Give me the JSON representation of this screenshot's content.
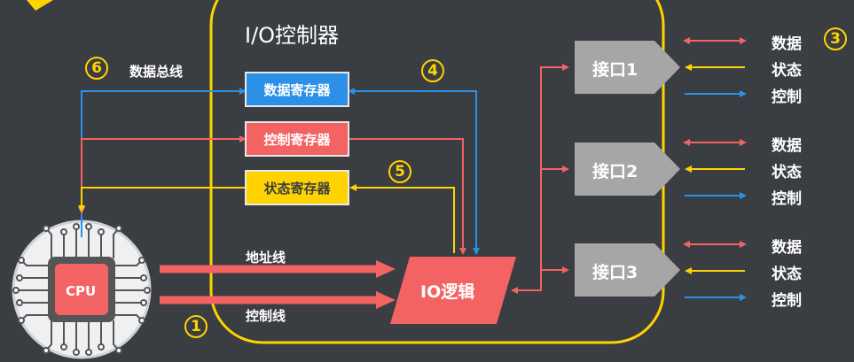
{
  "controller": {
    "title": "I/O控制器"
  },
  "registers": {
    "data": "数据寄存器",
    "control": "控制寄存器",
    "status": "状态寄存器"
  },
  "io_logic": "IO逻辑",
  "cpu": "CPU",
  "buses": {
    "data_bus": "数据总线",
    "address_line": "地址线",
    "control_line": "控制线"
  },
  "interfaces": [
    {
      "label": "接口1",
      "signals": [
        "数据",
        "状态",
        "控制"
      ]
    },
    {
      "label": "接口2",
      "signals": [
        "数据",
        "状态",
        "控制"
      ]
    },
    {
      "label": "接口3",
      "signals": [
        "数据",
        "状态",
        "控制"
      ]
    }
  ],
  "markers": {
    "m1": "1",
    "m3": "3",
    "m4": "4",
    "m5": "5",
    "m6": "6"
  },
  "colors": {
    "background": "#3a3d42",
    "yellow": "#ffd300",
    "red": "#f36363",
    "blue": "#2b90e6",
    "gray": "#a6a6a6"
  }
}
